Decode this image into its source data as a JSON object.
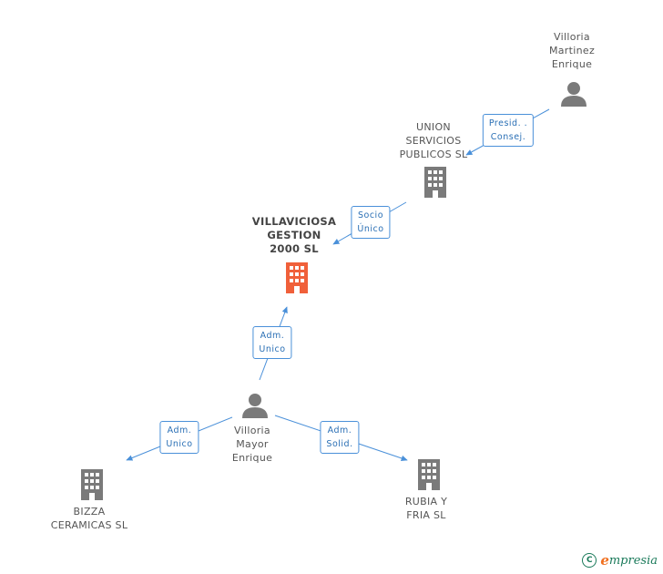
{
  "colors": {
    "edge": "#4a90d9",
    "person": "#7a7a7a",
    "company": "#7a7a7a",
    "main_company": "#f0603a"
  },
  "nodes": {
    "villoria_martinez": {
      "label": "Villoria\nMartinez\nEnrique",
      "icon": "person-icon"
    },
    "union_servicios": {
      "label": "UNION\nSERVICIOS\nPUBLICOS SL",
      "icon": "building-icon"
    },
    "villaviciosa": {
      "label": "VILLAVICIOSA\nGESTION\n2000 SL",
      "icon": "building-icon"
    },
    "villoria_mayor": {
      "label": "Villoria\nMayor\nEnrique",
      "icon": "person-icon"
    },
    "bizza": {
      "label": "BIZZA\nCERAMICAS SL",
      "icon": "building-icon"
    },
    "rubia": {
      "label": "RUBIA Y\nFRIA SL",
      "icon": "building-icon"
    }
  },
  "edges": {
    "presid": {
      "label": "Presid. .\nConsej."
    },
    "socio": {
      "label": "Socio\nÚnico"
    },
    "adm_unico_main": {
      "label": "Adm.\nUnico"
    },
    "adm_unico_bizza": {
      "label": "Adm.\nUnico"
    },
    "adm_solid": {
      "label": "Adm.\nSolid."
    }
  },
  "brand": {
    "copyright": "C",
    "initial": "e",
    "name": "mpresia"
  }
}
